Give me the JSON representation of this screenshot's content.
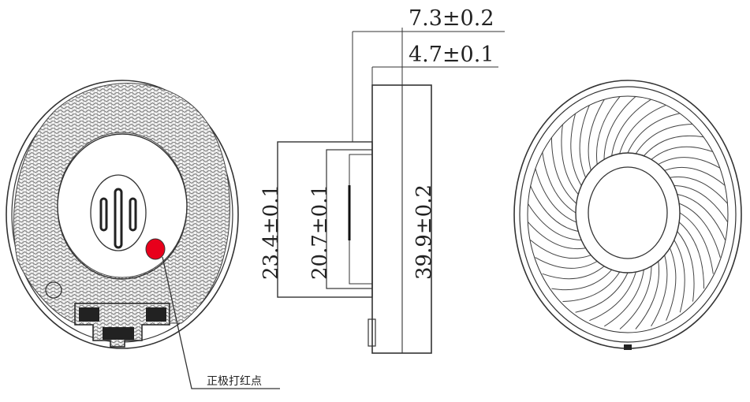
{
  "dimensions": {
    "total_thickness": "7.3±0.2",
    "body_thickness": "4.7±0.1",
    "outer_diameter": "39.9±0.2",
    "magnet_diameter": "23.4±0.1",
    "inner_diameter": "20.7±0.1"
  },
  "annotations": {
    "positive_terminal_note": "正极打红点"
  },
  "colors": {
    "line": "#333333",
    "positive_dot": "#e8001b"
  }
}
